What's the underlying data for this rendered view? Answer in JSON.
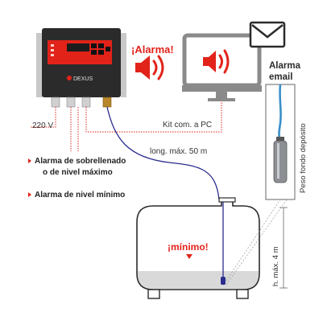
{
  "colors": {
    "accent": "#e2231a",
    "cable": "#2c2d8e",
    "probe_cable": "#3a8fc8",
    "device_body": "#2b2b2b",
    "gray_icon": "#8a8a8a",
    "tank_fill": "#d9d9d9",
    "text": "#333333"
  },
  "device": {
    "brand": "DEXUS",
    "icon": "control-unit-icon"
  },
  "labels": {
    "alarm_top": "¡Alarma!",
    "email_line1": "Alarma",
    "email_line2": "email",
    "power": "220 V",
    "pc_link": "Kit com. a PC",
    "cable_length": "long. máx. 50 m",
    "alarm_overfill_line1": "Alarma de sobrellenado",
    "alarm_overfill_line2": "o de nivel máximo",
    "alarm_min": "Alarma de nivel mínimo",
    "tank_min": "¡mínimo!",
    "probe_weight": "Peso fondo depósito",
    "height_max": "h. máx. 4 m"
  },
  "icons": {
    "speaker": "speaker-alarm-icon",
    "monitor": "monitor-icon",
    "email": "envelope-icon",
    "tank": "tank-icon",
    "probe": "pressure-probe-icon"
  }
}
